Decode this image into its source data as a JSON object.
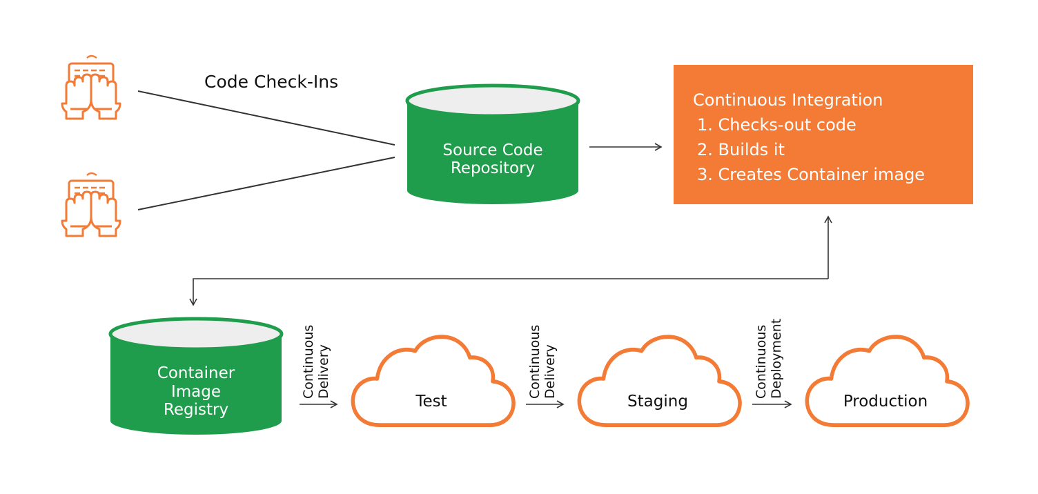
{
  "colors": {
    "orange": "#f47b35",
    "green": "#1f9d4c",
    "cap": "#eeeeee",
    "line": "#333333"
  },
  "icons": [
    "typing-hands-icon",
    "typing-hands-icon"
  ],
  "check_ins_label": "Code Check-Ins",
  "source_repo": {
    "line1": "Source Code",
    "line2": "Repository"
  },
  "ci": {
    "title": "Continuous Integration",
    "steps": [
      "1.  Checks-out code",
      "2. Builds it",
      "3. Creates Container image"
    ]
  },
  "registry": {
    "line1": "Container",
    "line2": "Image",
    "line3": "Registry"
  },
  "stages": [
    {
      "name": "Test",
      "transition": [
        "Continuous",
        "Delivery"
      ]
    },
    {
      "name": "Staging",
      "transition": [
        "Continuous",
        "Delivery"
      ]
    },
    {
      "name": "Production",
      "transition": [
        "Continuous",
        "Deployment"
      ]
    }
  ]
}
